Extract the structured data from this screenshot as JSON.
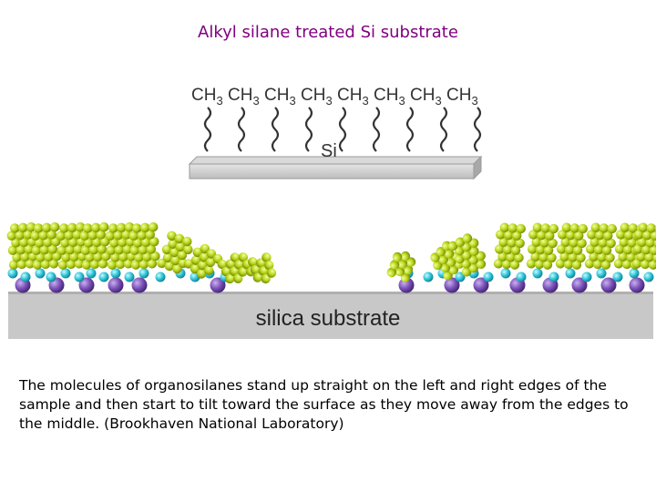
{
  "title": "Alkyl silane treated Si substrate",
  "top_diagram": {
    "chain_end_label": "CH3",
    "chain_end_count": 8,
    "substrate_label": "Si"
  },
  "bottom_diagram": {
    "substrate_label": "silica substrate"
  },
  "caption": "The molecules of organosilanes stand up straight on the left and right edges of the sample and then start to tilt toward the surface as they move away from the edges to the middle. (Brookhaven National Laboratory)",
  "colors": {
    "title": "#800080",
    "alkyl_chain": "#b5cf1e",
    "oxygen": "#2ec4d8",
    "silicon": "#7a4fb6",
    "substrate": "#c8c8c8"
  }
}
